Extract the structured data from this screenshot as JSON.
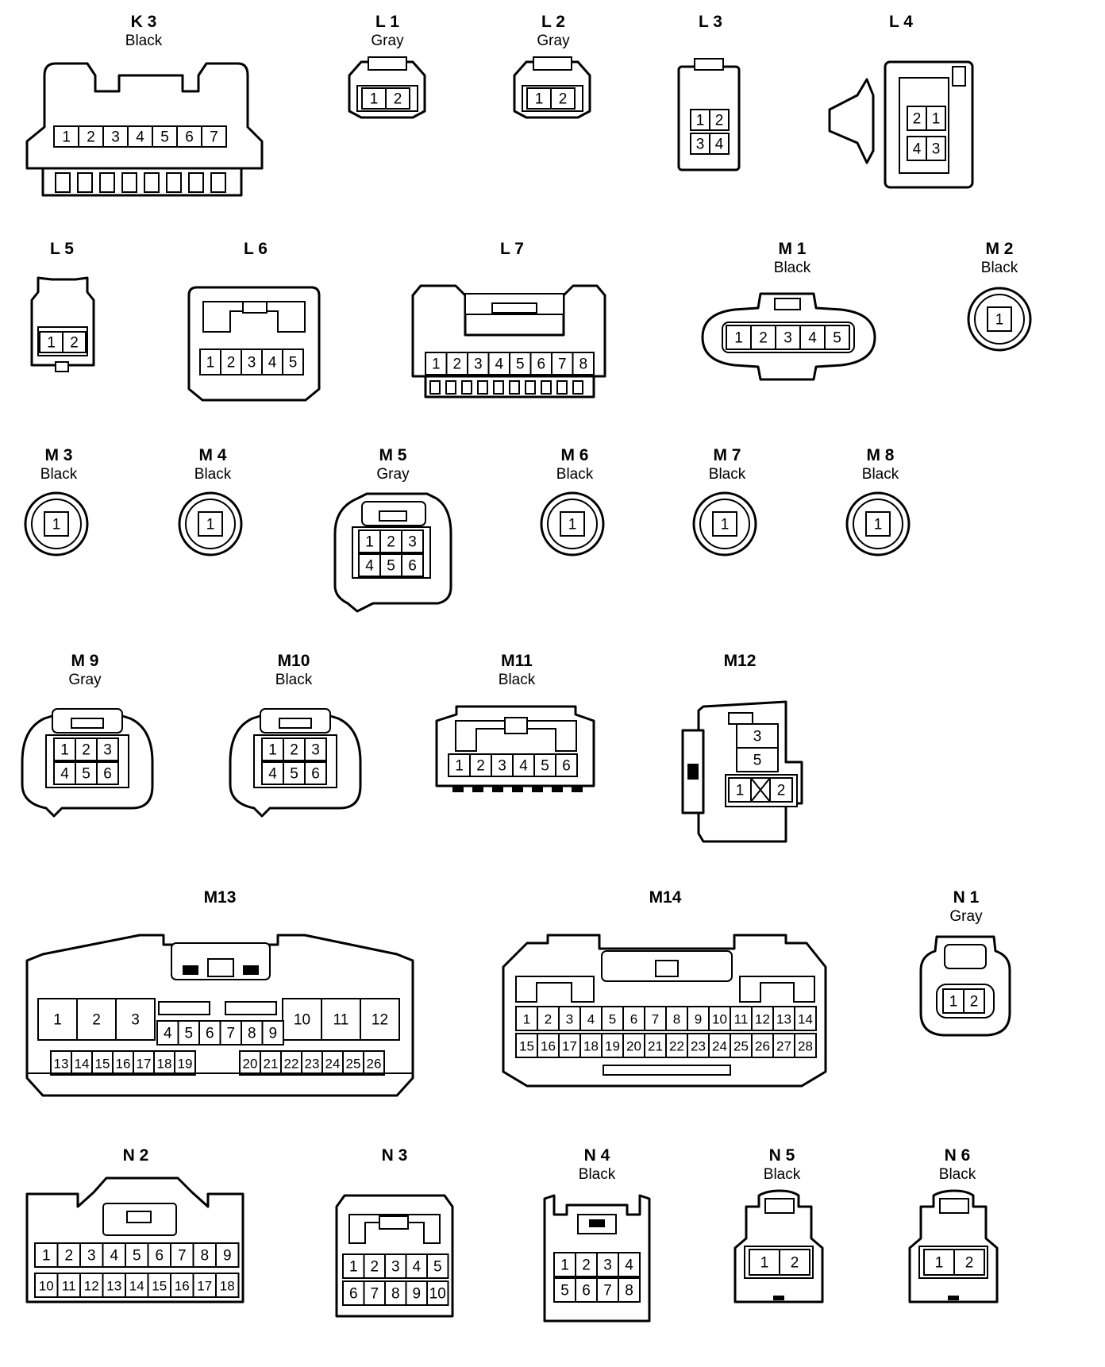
{
  "connectors": [
    {
      "id": "K 3",
      "color": "Black",
      "pins": [
        "1",
        "2",
        "3",
        "4",
        "5",
        "6",
        "7"
      ]
    },
    {
      "id": "L 1",
      "color": "Gray",
      "pins": [
        "1",
        "2"
      ]
    },
    {
      "id": "L 2",
      "color": "Gray",
      "pins": [
        "1",
        "2"
      ]
    },
    {
      "id": "L 3",
      "color": "",
      "pins": [
        "1",
        "2",
        "3",
        "4"
      ]
    },
    {
      "id": "L 4",
      "color": "",
      "pins": [
        "2",
        "1",
        "4",
        "3"
      ]
    },
    {
      "id": "L 5",
      "color": "",
      "pins": [
        "1",
        "2"
      ]
    },
    {
      "id": "L 6",
      "color": "",
      "pins": [
        "1",
        "2",
        "3",
        "4",
        "5"
      ]
    },
    {
      "id": "L 7",
      "color": "",
      "pins": [
        "1",
        "2",
        "3",
        "4",
        "5",
        "6",
        "7",
        "8"
      ]
    },
    {
      "id": "M 1",
      "color": "Black",
      "pins": [
        "1",
        "2",
        "3",
        "4",
        "5"
      ]
    },
    {
      "id": "M 2",
      "color": "Black",
      "pins": [
        "1"
      ]
    },
    {
      "id": "M 3",
      "color": "Black",
      "pins": [
        "1"
      ]
    },
    {
      "id": "M 4",
      "color": "Black",
      "pins": [
        "1"
      ]
    },
    {
      "id": "M 5",
      "color": "Gray",
      "pins": [
        "1",
        "2",
        "3",
        "4",
        "5",
        "6"
      ]
    },
    {
      "id": "M 6",
      "color": "Black",
      "pins": [
        "1"
      ]
    },
    {
      "id": "M 7",
      "color": "Black",
      "pins": [
        "1"
      ]
    },
    {
      "id": "M 8",
      "color": "Black",
      "pins": [
        "1"
      ]
    },
    {
      "id": "M 9",
      "color": "Gray",
      "pins": [
        "1",
        "2",
        "3",
        "4",
        "5",
        "6"
      ]
    },
    {
      "id": "M10",
      "color": "Black",
      "pins": [
        "1",
        "2",
        "3",
        "4",
        "5",
        "6"
      ]
    },
    {
      "id": "M11",
      "color": "Black",
      "pins": [
        "1",
        "2",
        "3",
        "4",
        "5",
        "6"
      ]
    },
    {
      "id": "M12",
      "color": "",
      "pins": [
        "3",
        "5",
        "1",
        "2"
      ]
    },
    {
      "id": "M13",
      "color": "",
      "pins": [
        "1",
        "2",
        "3",
        "10",
        "11",
        "12",
        "4",
        "5",
        "6",
        "7",
        "8",
        "9",
        "13",
        "14",
        "15",
        "16",
        "17",
        "18",
        "19",
        "20",
        "21",
        "22",
        "23",
        "24",
        "25",
        "26"
      ]
    },
    {
      "id": "M14",
      "color": "",
      "pins": [
        "1",
        "2",
        "3",
        "4",
        "5",
        "6",
        "7",
        "8",
        "9",
        "10",
        "11",
        "12",
        "13",
        "14",
        "15",
        "16",
        "17",
        "18",
        "19",
        "20",
        "21",
        "22",
        "23",
        "24",
        "25",
        "26",
        "27",
        "28"
      ]
    },
    {
      "id": "N 1",
      "color": "Gray",
      "pins": [
        "1",
        "2"
      ]
    },
    {
      "id": "N 2",
      "color": "",
      "pins": [
        "1",
        "2",
        "3",
        "4",
        "5",
        "6",
        "7",
        "8",
        "9",
        "10",
        "11",
        "12",
        "13",
        "14",
        "15",
        "16",
        "17",
        "18"
      ]
    },
    {
      "id": "N 3",
      "color": "",
      "pins": [
        "1",
        "2",
        "3",
        "4",
        "5",
        "6",
        "7",
        "8",
        "9",
        "10"
      ]
    },
    {
      "id": "N 4",
      "color": "Black",
      "pins": [
        "1",
        "2",
        "3",
        "4",
        "5",
        "6",
        "7",
        "8"
      ]
    },
    {
      "id": "N 5",
      "color": "Black",
      "pins": [
        "1",
        "2"
      ]
    },
    {
      "id": "N 6",
      "color": "Black",
      "pins": [
        "1",
        "2"
      ]
    }
  ]
}
